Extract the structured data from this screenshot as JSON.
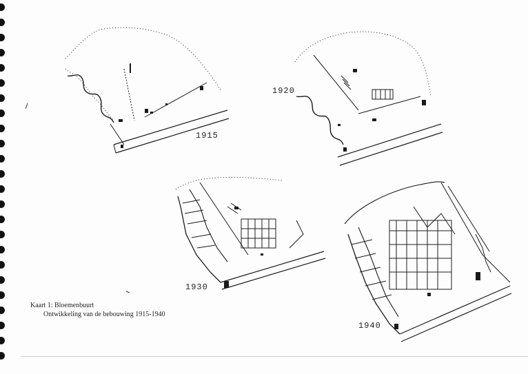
{
  "caption": {
    "title": "Kaart 1: Bloemenbuurt",
    "subtitle": "Ontwikkeling van de bebouwing 1915-1940"
  },
  "maps": [
    {
      "year": "1915"
    },
    {
      "year": "1920"
    },
    {
      "year": "1930"
    },
    {
      "year": "1940"
    }
  ],
  "colors": {
    "ink": "#1a1a1a",
    "paper": "#fdfdfd"
  }
}
